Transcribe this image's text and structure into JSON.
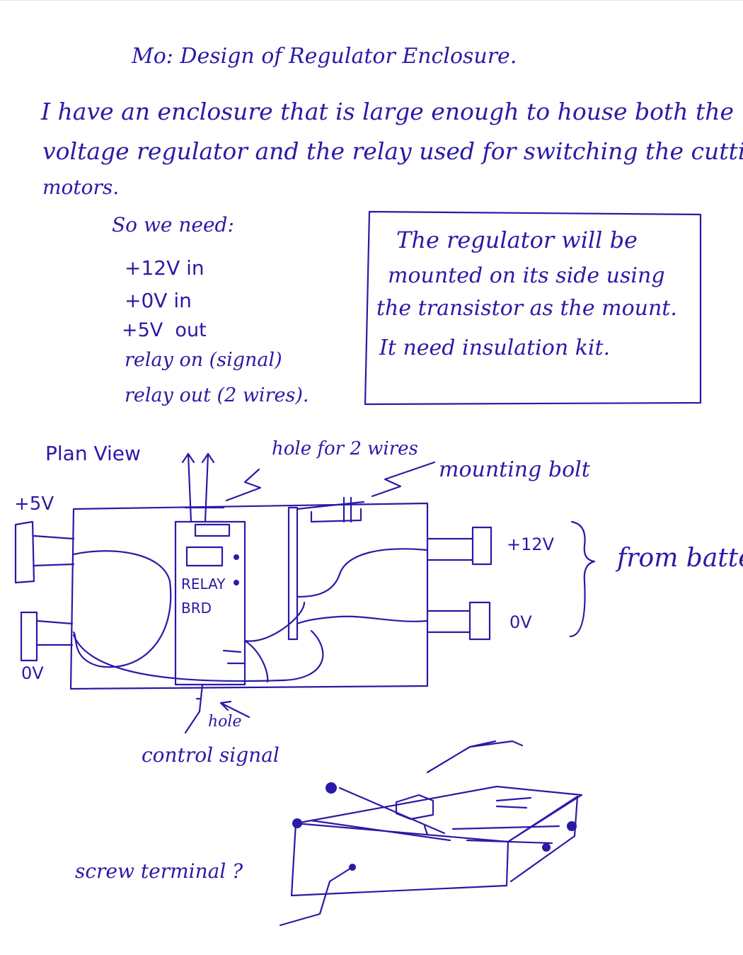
{
  "title": "Mo: Design of Regulator Enclosure.",
  "intro": {
    "line1": "I have an enclosure that is large enough to house both the",
    "line2": "voltage regulator and the relay used for switching the cutting",
    "line3": "motors."
  },
  "needs": {
    "heading": "So we need:",
    "items": [
      "+12V in",
      "+0V in",
      "+5V  out",
      "relay on (signal)",
      "relay out (2 wires)."
    ]
  },
  "note_box": {
    "line1": "The regulator will be",
    "line2": "mounted on its side using",
    "line3": "the transistor as the mount.",
    "line4": "It need insulation kit."
  },
  "plan_view": {
    "title": "Plan View",
    "hole_label": "hole for 2 wires",
    "bolt_label": "mounting bolt",
    "left_top": "+5V",
    "left_bottom": "0V",
    "right_top": "+12V",
    "right_bottom": "0V",
    "from_battery": "from batte",
    "relay_line1": "RELAY",
    "relay_line2": "BRD",
    "bottom_hole": "hole",
    "control_signal": "control signal"
  },
  "sketch": {
    "screw_terminal": "screw terminal ?"
  },
  "ink_color": "#2a1aa6"
}
